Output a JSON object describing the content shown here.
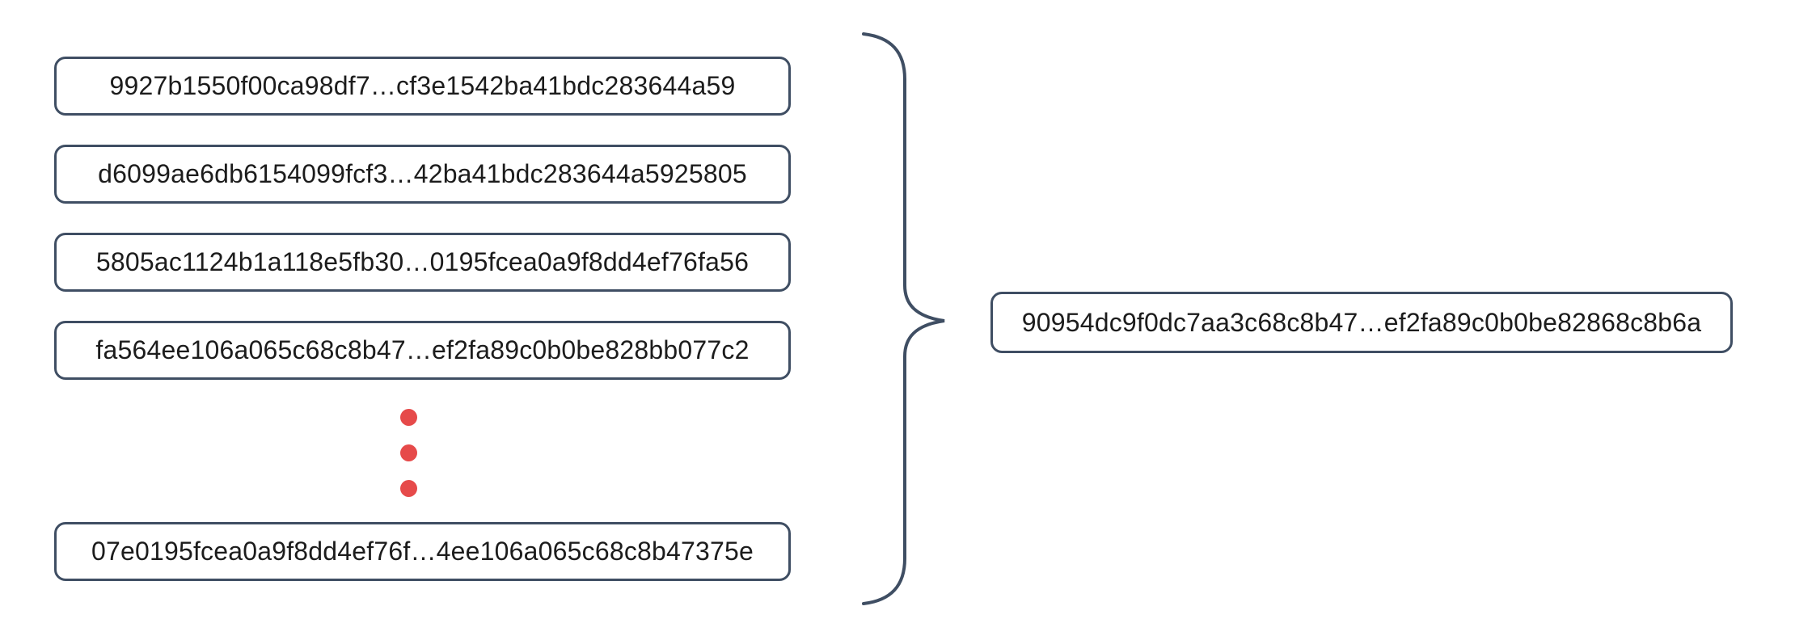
{
  "diagram": {
    "title": "hash-list-combined-into-single-hash",
    "colors": {
      "border": "#3f4e63",
      "text": "#1c1c1c",
      "dot": "#e64a4a",
      "background": "#ffffff"
    },
    "left_hashes": [
      {
        "label": "9927b1550f00ca98df7…cf3e1542ba41bdc283644a59"
      },
      {
        "label": "d6099ae6db6154099fcf3…42ba41bdc283644a5925805"
      },
      {
        "label": "5805ac1124b1a118e5fb30…0195fcea0a9f8dd4ef76fa56"
      },
      {
        "label": "fa564ee106a065c68c8b47…ef2fa89c0b0be828bb077c2"
      },
      {
        "label": "07e0195fcea0a9f8dd4ef76f…4ee106a065c68c8b47375e"
      }
    ],
    "ellipsis": {
      "dot_count": 3
    },
    "result_hash": {
      "label": "90954dc9f0dc7aa3c68c8b47…ef2fa89c0b0be82868c8b6a"
    }
  }
}
